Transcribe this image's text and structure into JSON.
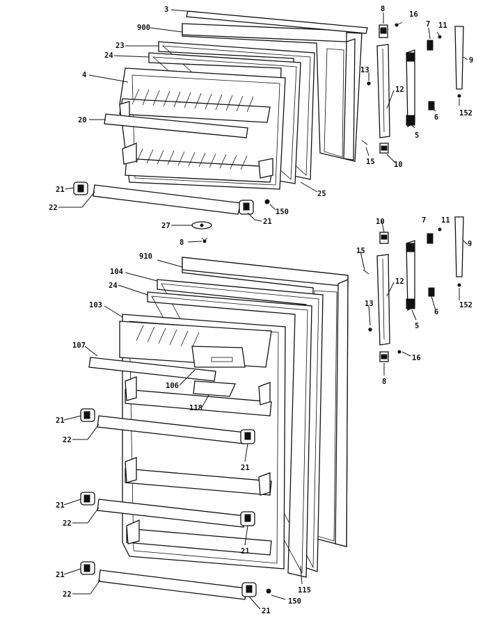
{
  "labels": {
    "l3": "3",
    "l900": "900",
    "l23": "23",
    "l24a": "24",
    "l4": "4",
    "l20": "20",
    "l21a": "21",
    "l22a": "22",
    "l21b": "21",
    "l150a": "150",
    "l25": "25",
    "l27": "27",
    "l8a": "8",
    "l8b": "8",
    "l16a": "16",
    "l7a": "7",
    "l11a": "11",
    "l9a": "9",
    "l13a": "13",
    "l12a": "12",
    "l6a": "6",
    "l152a": "152",
    "l5a": "5",
    "l15a": "15",
    "l10a": "10",
    "l10b": "10",
    "l7b": "7",
    "l11b": "11",
    "l9b": "9",
    "l15b": "15",
    "l12b": "12",
    "l13b": "13",
    "l6b": "6",
    "l152b": "152",
    "l5b": "5",
    "l16b": "16",
    "l8c": "8",
    "l910": "910",
    "l104": "104",
    "l24b": "24",
    "l103": "103",
    "l107": "107",
    "l106": "106",
    "l118": "118",
    "l21c": "21",
    "l22b": "22",
    "l21d": "21",
    "l21e": "21",
    "l22c": "22",
    "l21f": "21",
    "l21g": "21",
    "l22d": "22",
    "l21h": "21",
    "l115": "115",
    "l150b": "150"
  }
}
